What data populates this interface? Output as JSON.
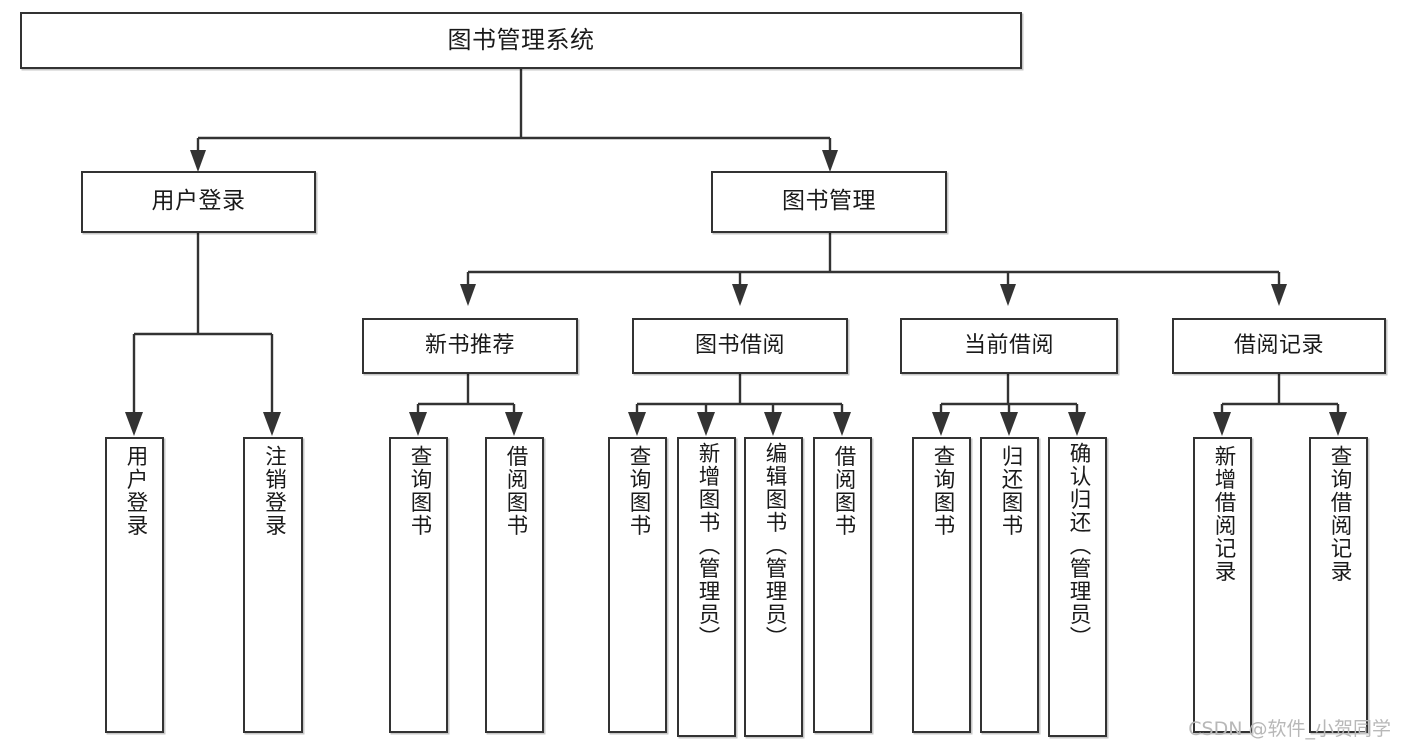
{
  "diagram": {
    "type": "tree",
    "title": "图书管理系统",
    "watermark": "CSDN @软件_小贺同学",
    "colors": {
      "stroke": "#333333",
      "fill": "#ffffff",
      "text": "#1a1a1a",
      "watermark": "#b8b8b8"
    },
    "nodes": {
      "root": {
        "label": "图书管理系统"
      },
      "level1": [
        {
          "id": "user-login",
          "label": "用户登录"
        },
        {
          "id": "book-manage",
          "label": "图书管理"
        }
      ],
      "level2": [
        {
          "id": "new-book-rec",
          "label": "新书推荐"
        },
        {
          "id": "book-borrow",
          "label": "图书借阅"
        },
        {
          "id": "current-borrow",
          "label": "当前借阅"
        },
        {
          "id": "borrow-record",
          "label": "借阅记录"
        }
      ],
      "leaves": {
        "user_login": [
          {
            "id": "leaf-user-login",
            "label": "用户登录"
          },
          {
            "id": "leaf-logout-login",
            "label": "注销登录"
          }
        ],
        "new_book_rec": [
          {
            "id": "leaf-query-book-1",
            "label": "查询图书"
          },
          {
            "id": "leaf-borrow-book-1",
            "label": "借阅图书"
          }
        ],
        "book_borrow": [
          {
            "id": "leaf-query-book-2",
            "label": "查询图书"
          },
          {
            "id": "leaf-add-book-admin",
            "label": "新增图书（管理员）"
          },
          {
            "id": "leaf-edit-book-admin",
            "label": "编辑图书（管理员）"
          },
          {
            "id": "leaf-borrow-book-2",
            "label": "借阅图书"
          }
        ],
        "current_borrow": [
          {
            "id": "leaf-query-book-3",
            "label": "查询图书"
          },
          {
            "id": "leaf-return-book",
            "label": "归还图书"
          },
          {
            "id": "leaf-confirm-return-admin",
            "label": "确认归还（管理员）"
          }
        ],
        "borrow_record": [
          {
            "id": "leaf-add-borrow-record",
            "label": "新增借阅记录"
          },
          {
            "id": "leaf-query-borrow-record",
            "label": "查询借阅记录"
          }
        ]
      }
    }
  }
}
